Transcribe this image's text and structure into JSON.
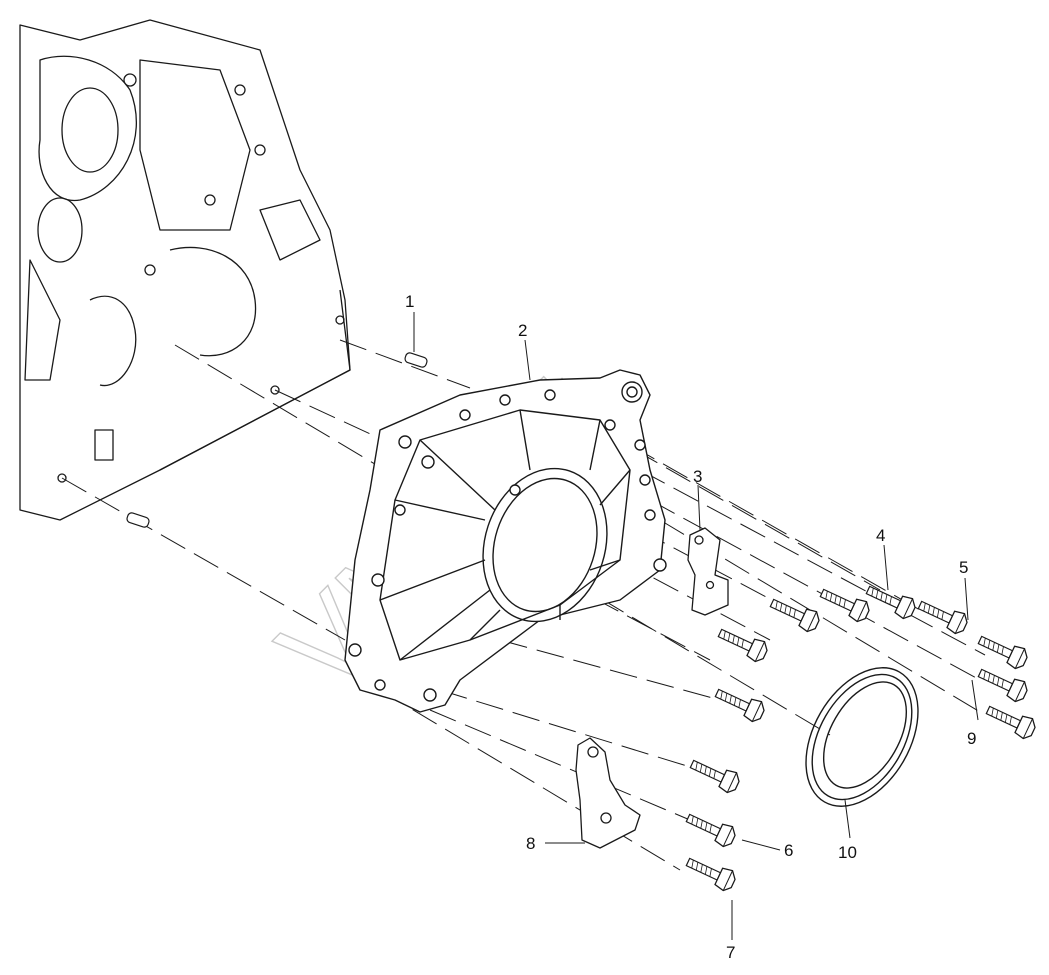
{
  "diagram": {
    "watermark": "VMSoft",
    "callouts": [
      {
        "id": "p1",
        "label": "1"
      },
      {
        "id": "p2",
        "label": "2"
      },
      {
        "id": "p3",
        "label": "3"
      },
      {
        "id": "p4",
        "label": "4"
      },
      {
        "id": "p5",
        "label": "5"
      },
      {
        "id": "p6",
        "label": "6"
      },
      {
        "id": "p7",
        "label": "7"
      },
      {
        "id": "p8",
        "label": "8"
      },
      {
        "id": "p9",
        "label": "9"
      },
      {
        "id": "p10",
        "label": "10"
      }
    ],
    "colors": {
      "line": "#1a1a1a",
      "fill": "#ffffff",
      "watermark": "#c9c9c9"
    }
  }
}
